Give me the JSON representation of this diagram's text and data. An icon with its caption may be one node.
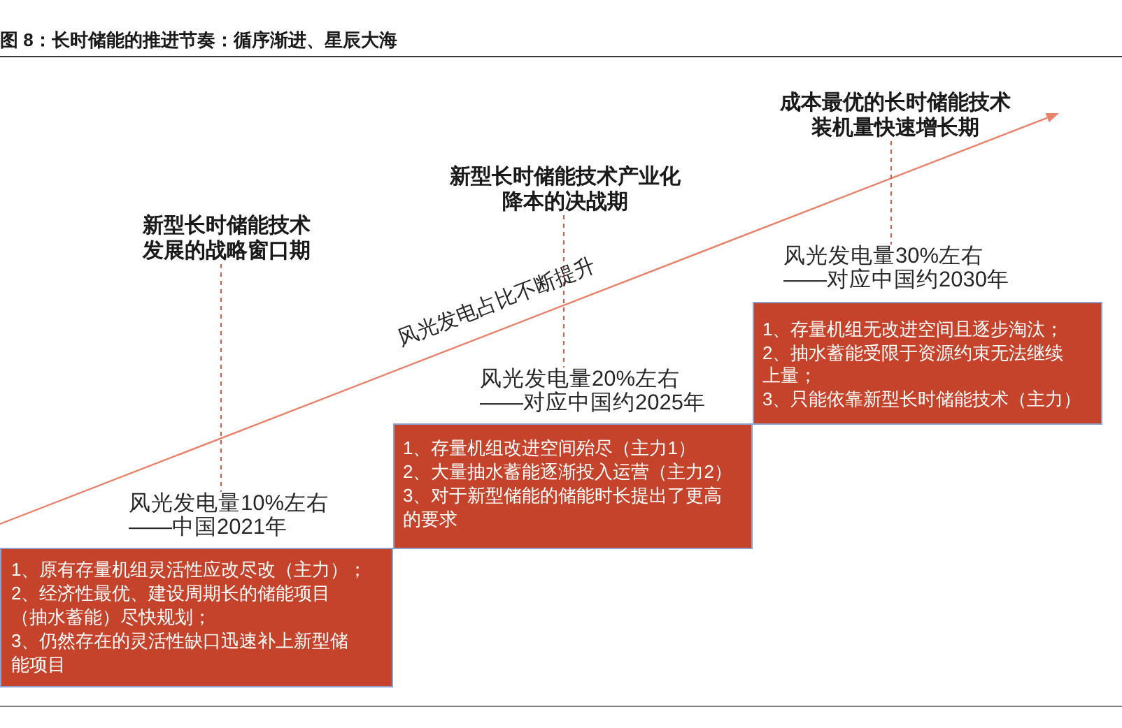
{
  "diagram": {
    "title": "图 8：长时储能的推进节奏：循序渐进、星辰大海",
    "nodes": [
      {
        "text": [
          "新型长时储能技术发展的战略窗口期"
        ]
      },
      {
        "text": [
          "风光发电量10%左右",
          "——中国2021年"
        ]
      },
      {
        "text": [
          "1、原有存量机组灵活性应改尽改（主力）；",
          "2、经济性最优、建设周期长的储能项目（抽水蓄能）尽快规划；",
          "3、仍然存在的灵活性缺口迅速补上新型储能项目"
        ]
      },
      {
        "text": [
          "新型长时储能技术产业化降本的决战期"
        ]
      },
      {
        "text": [
          "风光发电量20%左右",
          "——对应中国约2025年"
        ]
      },
      {
        "text": [
          "1、存量机组改进空间殆尽（主力1）",
          "2、大量抽水蓄能逐渐投入运营（主力2）",
          "3、对于新型储能的储能时长提出了更高的要求"
        ]
      },
      {
        "text": [
          "成本最优的长时储能技术装机量快速增长期"
        ]
      },
      {
        "text": [
          "风光发电量30%左右",
          "——对应中国约2030年"
        ]
      },
      {
        "text": [
          "1、存量机组无改进空间且逐步淘汰；",
          "2、抽水蓄能受限于资源约束无法继续上量；",
          "3、只能依靠新型长时储能技术（主力）"
        ]
      }
    ],
    "edges": [
      {
        "from": 0,
        "to": 1,
        "arrow": "none",
        "style": "dashed"
      },
      {
        "from": 3,
        "to": 4,
        "arrow": "none",
        "style": "dashed"
      },
      {
        "from": 6,
        "to": 7,
        "arrow": "none",
        "style": "dashed"
      }
    ],
    "labels": [
      "风光发电占比不断提升"
    ]
  }
}
